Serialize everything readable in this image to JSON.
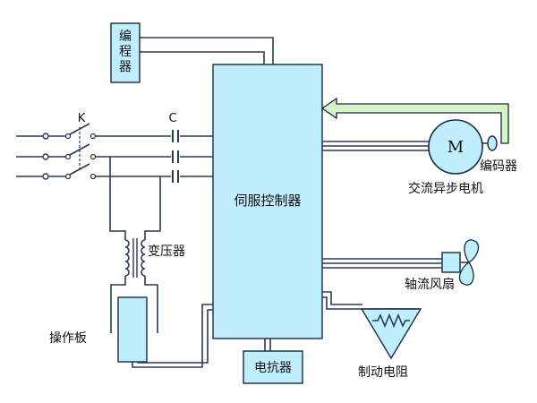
{
  "labels": {
    "programmer": "编程器",
    "switch": "K",
    "capacitor": "C",
    "transformer": "变压器",
    "operation_panel": "操作板",
    "servo_controller": "伺服控制器",
    "reactor": "电抗器",
    "motor_symbol": "M",
    "encoder": "编码器",
    "async_motor": "交流异步电机",
    "axial_fan": "轴流风扇",
    "braking_resistor": "制动电阻"
  },
  "colors": {
    "box_fill": "#bfeeff",
    "arrow_fill": "#d6f5c4",
    "wire": "#2a3a55"
  }
}
